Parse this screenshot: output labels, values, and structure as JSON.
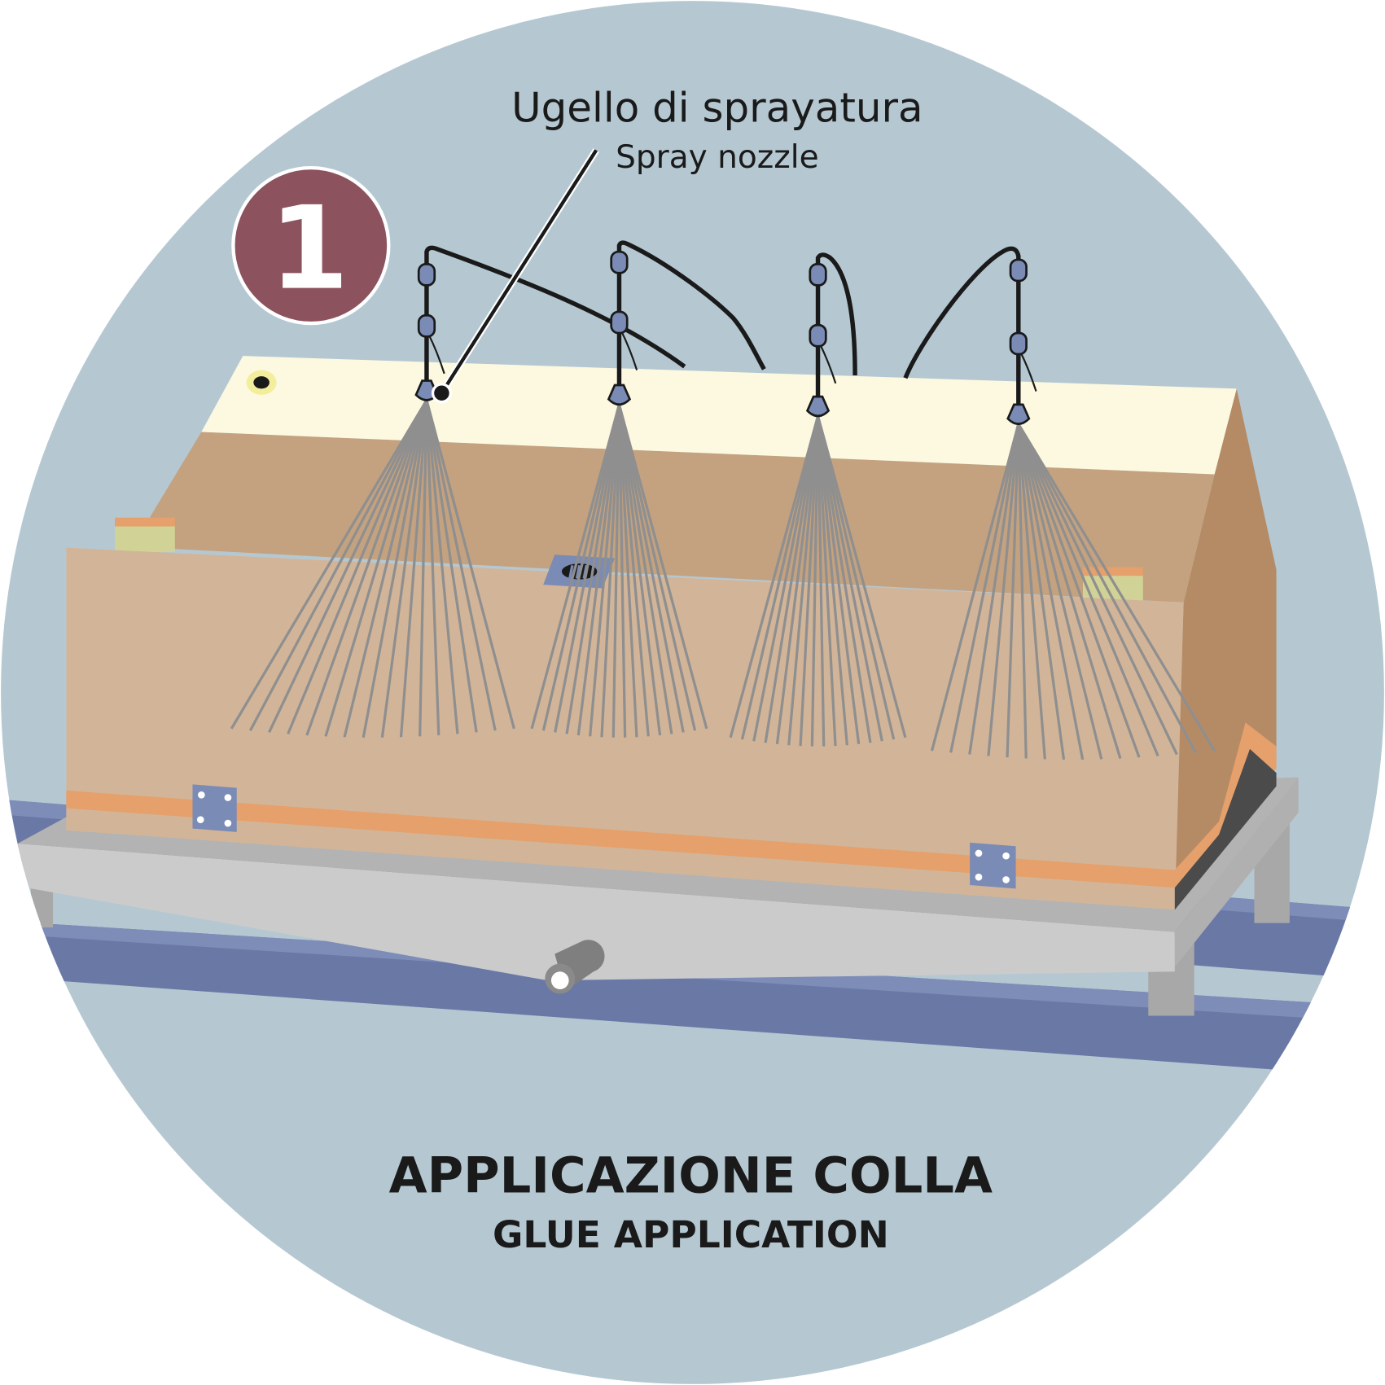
{
  "step_number": "1",
  "callout": {
    "label_it": "Ugello di sprayatura",
    "label_en": "Spray nozzle"
  },
  "title": {
    "it": "APPLICAZIONE COLLA",
    "en": "GLUE APPLICATION"
  },
  "nozzle_count": 4,
  "colors": {
    "background": "#b5c8d2",
    "badge": "#8c525e",
    "box_front": "#d2b599",
    "box_back": "#c4a27f",
    "box_side": "#b58b66",
    "box_top": "#fdf9e1",
    "stripe": "#e5a06b",
    "rail": "#6a78a6",
    "nozzle": "#7a8bb5",
    "spray": "#8f8f8f"
  }
}
